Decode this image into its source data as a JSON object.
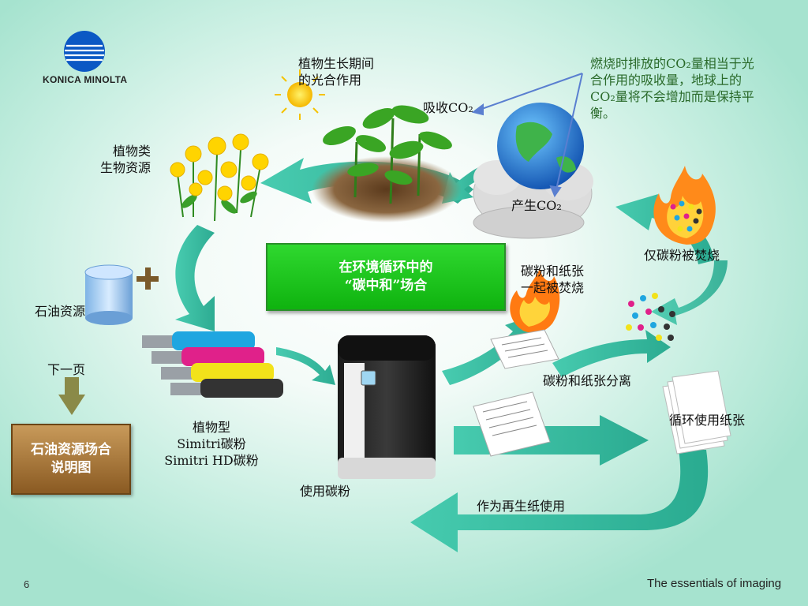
{
  "logo": {
    "brand": "KONICA MINOLTA"
  },
  "labels": {
    "photosynthesis": [
      "植物生长期间",
      "的光合作用"
    ],
    "absorb_co2": "吸收CO₂",
    "balance_note": [
      "燃烧时排放的CO₂量相当于光",
      "合作用的吸收量，地球上的",
      "CO₂量将不会增加而是保持平",
      "衡。"
    ],
    "plant_biomass": [
      "植物类",
      "生物资源"
    ],
    "produce_co2": "产生CO₂",
    "toner_only_burned": "仅碳粉被焚烧",
    "toner_paper_burned": [
      "碳粉和纸张",
      "一起被焚烧"
    ],
    "oil_resource": "石油资源",
    "toner_paper_separated": "碳粉和纸张分离",
    "recycled_paper": "循环使用纸张",
    "plant_toner": [
      "植物型",
      "Simitri碳粉",
      "Simitri HD碳粉"
    ],
    "use_toner": "使用碳粉",
    "as_recycled_paper": "作为再生纸使用"
  },
  "center_box": [
    "在环境循环中的",
    "“碳中和”场合"
  ],
  "nav": {
    "next_page": "下一页",
    "petroleum_button": [
      "石油资源场合",
      "说明图"
    ]
  },
  "footer": {
    "page_number": "6",
    "tagline": "The essentials of imaging"
  },
  "colors": {
    "arrow_fill": "#2db39a",
    "center_box": "#1cc41c",
    "petroleum_button": "#a87436",
    "toner_cyan": "#1fa6e0",
    "toner_magenta": "#e0218a",
    "toner_yellow": "#f2e21a",
    "toner_black": "#333333"
  }
}
